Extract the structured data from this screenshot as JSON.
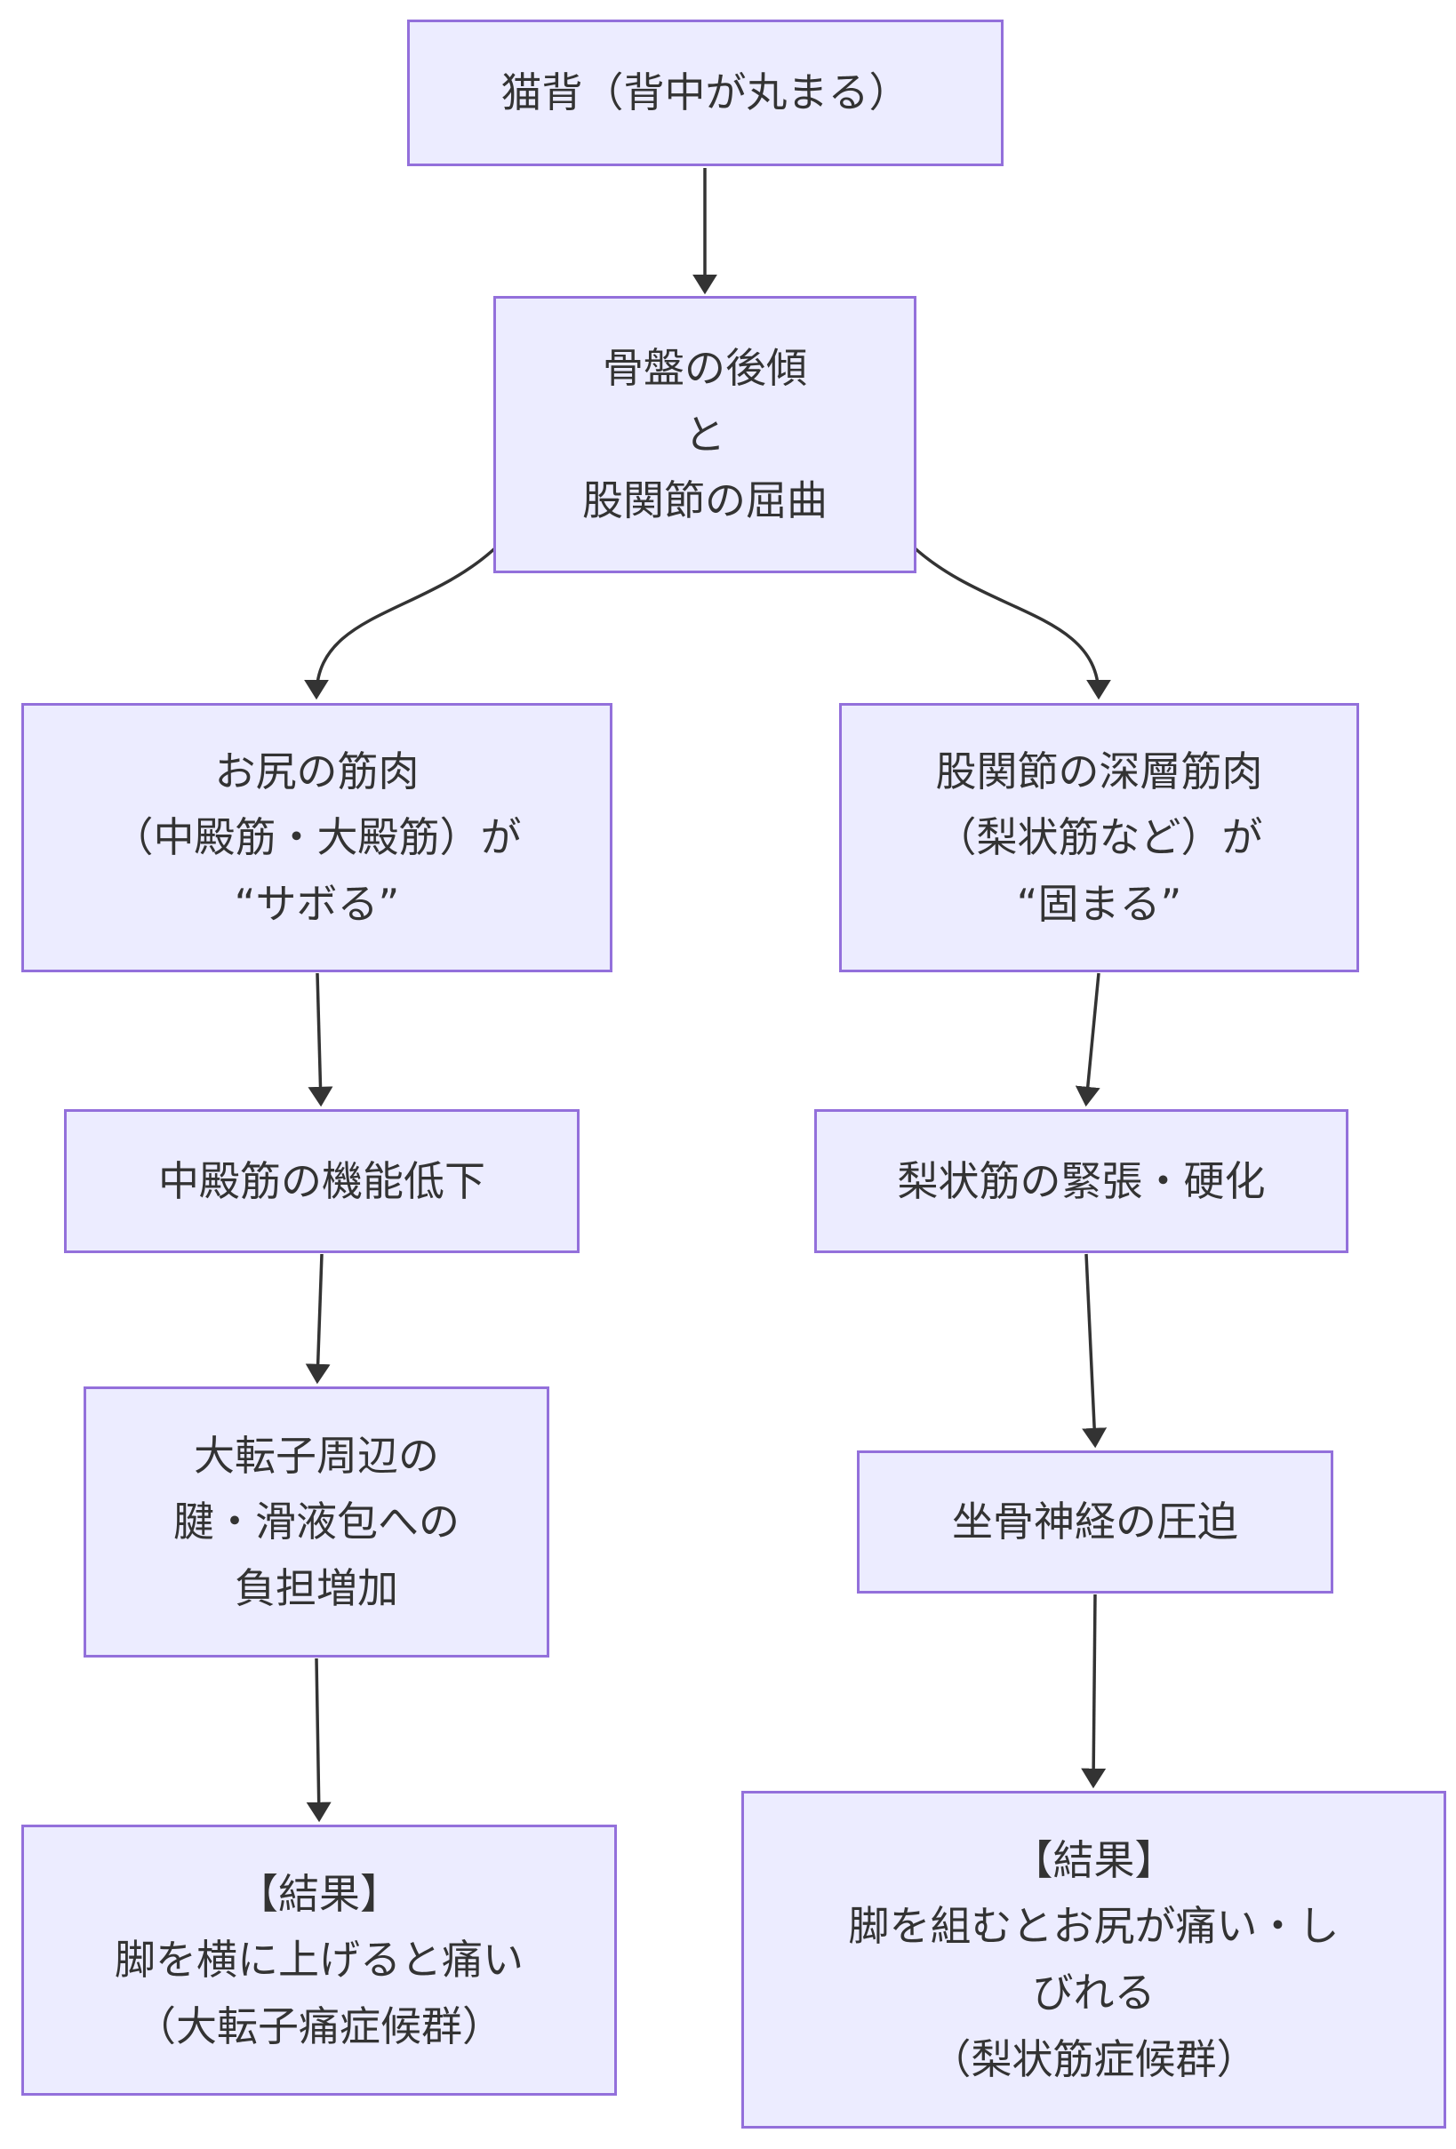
{
  "colors": {
    "background": "#FFFFFF",
    "node_fill": "#ECECFF",
    "node_border": "#9370DB",
    "edge_color": "#333333",
    "text_color": "#333333"
  },
  "nodes": {
    "nekoze": {
      "lines": [
        "猫背（背中が丸まる）"
      ]
    },
    "pelvis": {
      "lines": [
        "骨盤の後傾",
        "と",
        "股関節の屈曲"
      ]
    },
    "glutes_slack": {
      "lines": [
        "お尻の筋肉",
        "（中殿筋・大殿筋）が",
        "“サボる”"
      ]
    },
    "deep_hip_stiff": {
      "lines": [
        "股関節の深層筋肉",
        "（梨状筋など）が",
        "“固まる”"
      ]
    },
    "gmed_decline": {
      "lines": [
        "中殿筋の機能低下"
      ]
    },
    "piriformis_tension": {
      "lines": [
        "梨状筋の緊張・硬化"
      ]
    },
    "trochanter_load": {
      "lines": [
        "大転子周辺の",
        "腱・滑液包への",
        "負担増加"
      ]
    },
    "sciatic_compression": {
      "lines": [
        "坐骨神経の圧迫"
      ]
    },
    "result_trochanter": {
      "lines": [
        "【結果】",
        "脚を横に上げると痛い",
        "（大転子痛症候群）"
      ]
    },
    "result_piriformis": {
      "lines": [
        "【結果】",
        "脚を組むとお尻が痛い・し",
        "びれる",
        "（梨状筋症候群）"
      ]
    }
  }
}
